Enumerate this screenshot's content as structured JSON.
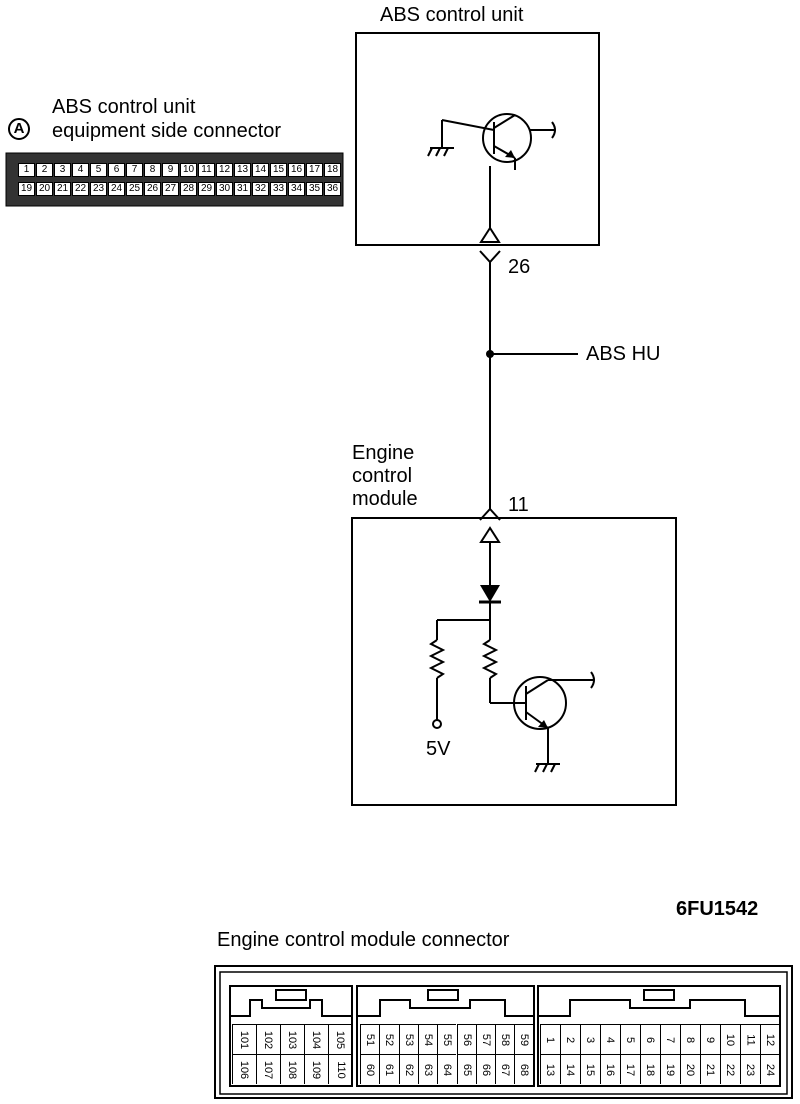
{
  "abs_unit": {
    "title": "ABS control unit"
  },
  "abs_connector": {
    "marker": "A",
    "title_line1": "ABS control unit",
    "title_line2": "equipment side connector",
    "row1": [
      "1",
      "2",
      "3",
      "4",
      "5",
      "6",
      "7",
      "8",
      "9",
      "10",
      "11",
      "12",
      "13",
      "14",
      "15",
      "16",
      "17",
      "18"
    ],
    "row2": [
      "19",
      "20",
      "21",
      "22",
      "23",
      "24",
      "25",
      "26",
      "27",
      "28",
      "29",
      "30",
      "31",
      "32",
      "33",
      "34",
      "35",
      "36"
    ]
  },
  "wires": {
    "abs_pin": "26",
    "ecm_pin": "11",
    "branch_label": "ABS HU"
  },
  "ecm": {
    "title_line1": "Engine",
    "title_line2": "control",
    "title_line3": "module",
    "supply": "5V"
  },
  "figure_code": "6FU1542",
  "ecm_connector": {
    "title": "Engine control module connector",
    "group1_top": [
      "101",
      "102",
      "103",
      "104",
      "105"
    ],
    "group1_bottom": [
      "106",
      "107",
      "108",
      "109",
      "110"
    ],
    "group2_top": [
      "51",
      "52",
      "53",
      "54",
      "55",
      "56",
      "57",
      "58",
      "59"
    ],
    "group2_bottom": [
      "60",
      "61",
      "62",
      "63",
      "64",
      "65",
      "66",
      "67",
      "68"
    ],
    "group3_top": [
      "1",
      "2",
      "3",
      "4",
      "5",
      "6",
      "7",
      "8",
      "9",
      "10",
      "11",
      "12"
    ],
    "group3_bottom": [
      "13",
      "14",
      "15",
      "16",
      "17",
      "18",
      "19",
      "20",
      "21",
      "22",
      "23",
      "24"
    ]
  }
}
